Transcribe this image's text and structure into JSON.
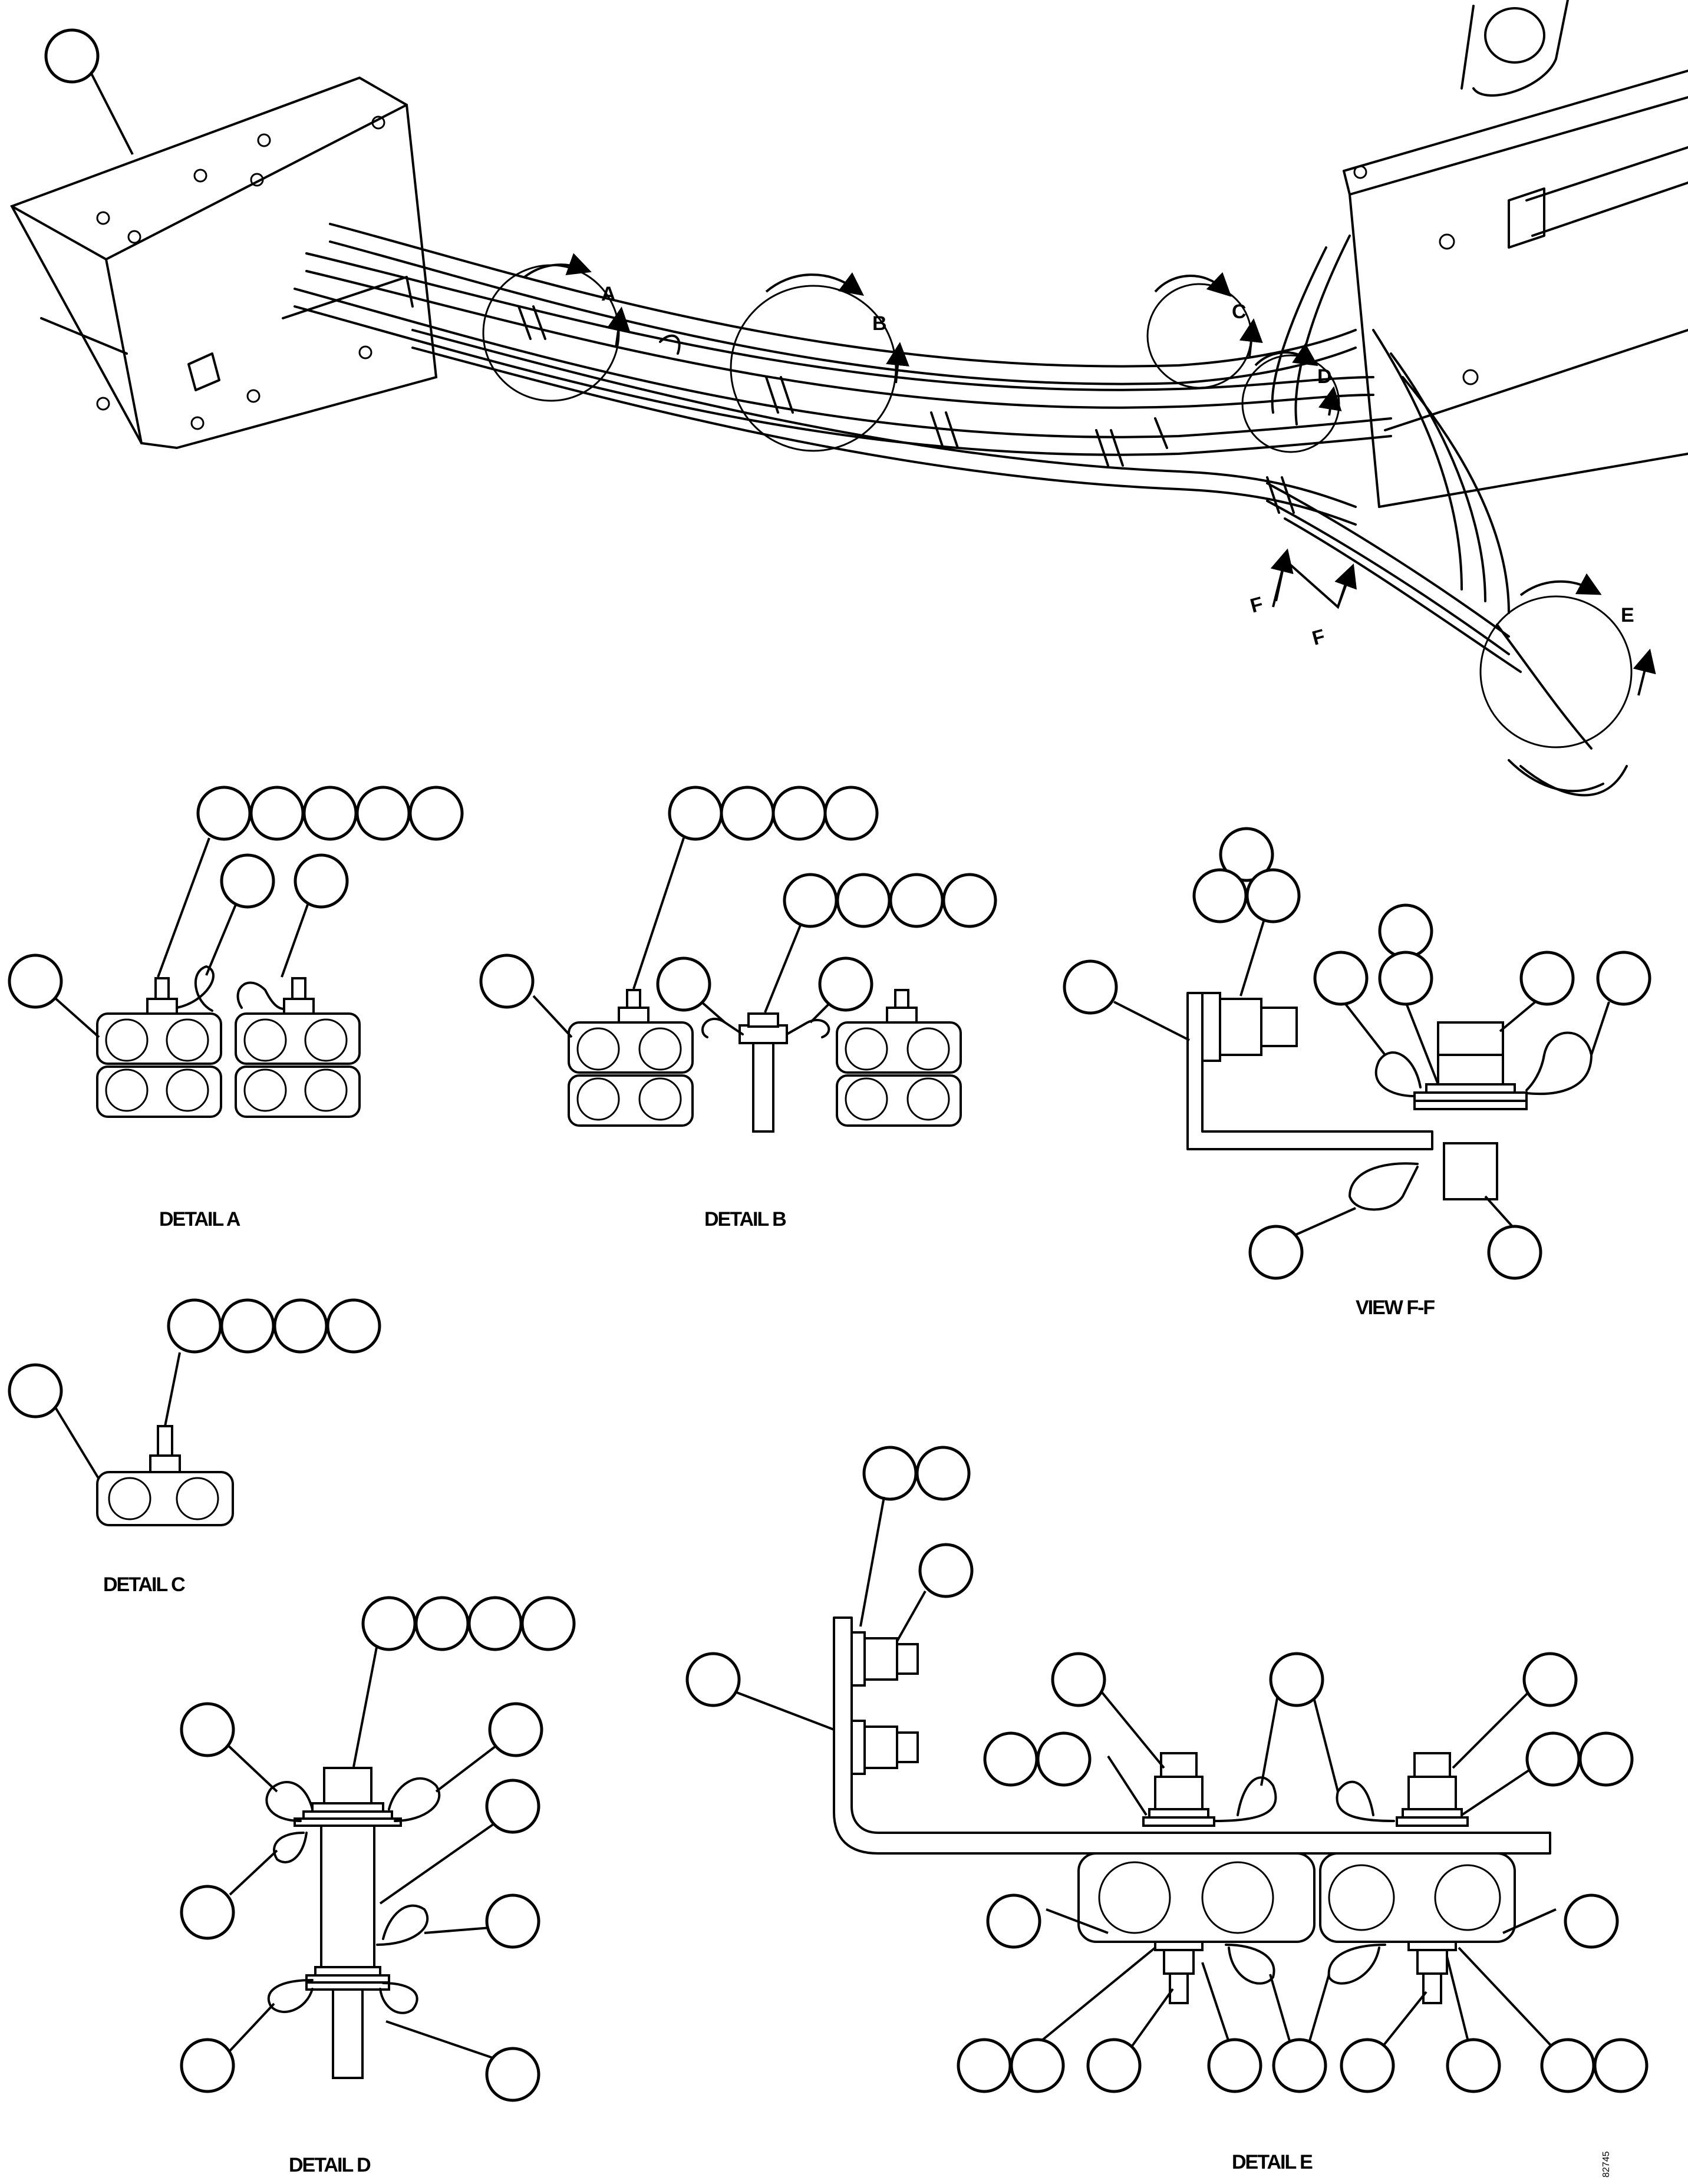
{
  "detail_markers": {
    "a": "A",
    "b": "B",
    "c": "C",
    "d": "D",
    "e": "E",
    "f1": "F",
    "f2": "F"
  },
  "captions": {
    "detail_a": "DETAIL A",
    "detail_b": "DETAIL B",
    "view_ff": "VIEW F-F",
    "detail_c": "DETAIL C",
    "detail_d": "DETAIL D",
    "detail_e": "DETAIL E"
  },
  "drawing_id": "82745"
}
